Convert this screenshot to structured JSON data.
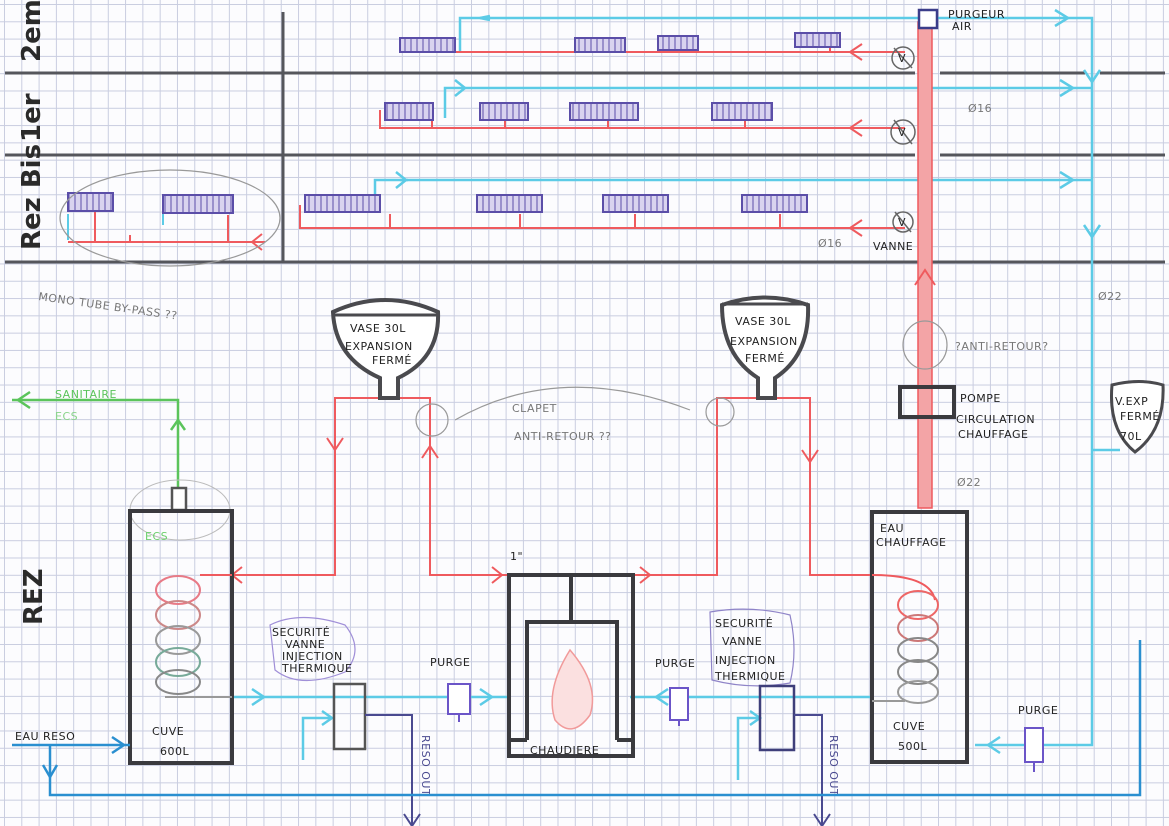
{
  "floors": {
    "second": "2em",
    "first": "1er",
    "rez_bis": "Rez Bis",
    "rez": "REZ"
  },
  "labels": {
    "purgeur": [
      "PURGEUR",
      "AIR"
    ],
    "diameter_16_a": "Ø16",
    "diameter_16_b": "Ø16",
    "diameter_22_a": "Ø22",
    "diameter_22_b": "Ø22",
    "vanne": "VANNE",
    "vanne_symbol": "V",
    "mono_tube": "MONO TUBE BY-PASS ??",
    "vase_left": [
      "VASE 30L",
      "EXPANSION",
      "FERMÉ"
    ],
    "vase_right": [
      "VASE 30L",
      "EXPANSION",
      "FERMÉ"
    ],
    "anti_retour_riser": "?ANTI-RETOUR?",
    "clapet": [
      "CLAPET",
      "ANTI-RETOUR ??"
    ],
    "pompe": [
      "POMPE",
      "CIRCULATION",
      "CHAUFFAGE"
    ],
    "vexp": [
      "V.EXP",
      "FERMÉ",
      "70L"
    ],
    "sanitaire": "SANITAIRE",
    "ecs_out": "ECS",
    "ecs_tank": "ECS",
    "eau_chauffage": [
      "EAU",
      "CHAUFFAGE"
    ],
    "cuve_left": [
      "CUVE",
      "600L"
    ],
    "cuve_right": [
      "CUVE",
      "500L"
    ],
    "chaudiere": "CHAUDIERE",
    "pipe_size": "1\"",
    "securite_left": [
      "SECURITÉ",
      "VANNE",
      "INJECTION",
      "THERMIQUE"
    ],
    "securite_right": [
      "SECURITÉ",
      "VANNE",
      "INJECTION",
      "THERMIQUE"
    ],
    "purge": "PURGE",
    "eau_reso": "EAU RESO",
    "reso_out": "RESO OUT"
  },
  "colors": {
    "supply": "#5ccbe6",
    "return": "#ef5a5e",
    "radiator": "#5b4ea8",
    "ecs": "#5bc45b",
    "reso": "#2a8fd0",
    "ink": "#3a3a3e"
  }
}
